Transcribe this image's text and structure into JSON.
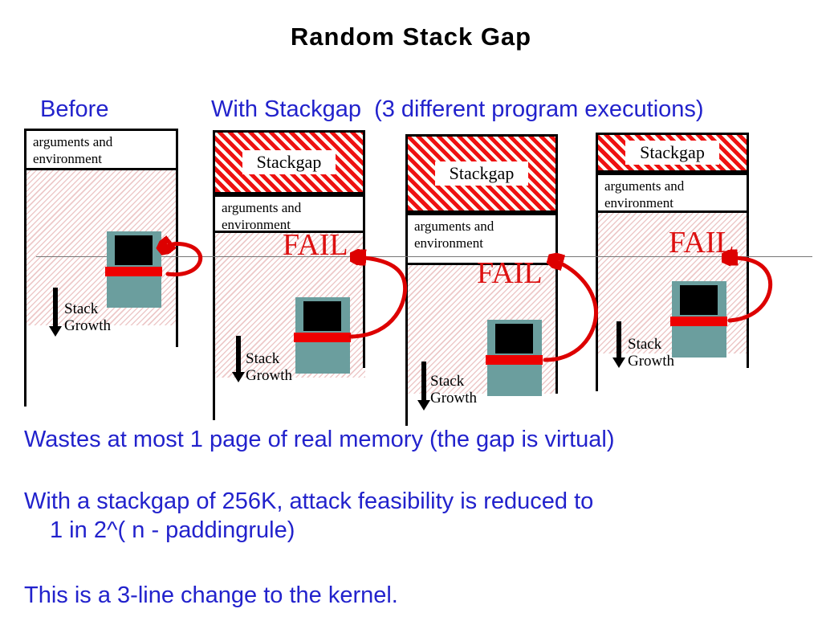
{
  "slide": {
    "title": "Random Stack Gap",
    "header": {
      "before": "Before",
      "with_stackgap": "With Stackgap  (3 different program executions)"
    },
    "labels": {
      "stackgap": "Stackgap",
      "arguments": "arguments and\nenvironment",
      "stack_growth": "Stack\nGrowth",
      "fail": "FAIL"
    },
    "notes": {
      "line1": "Wastes at most 1 page of real memory (the gap is virtual)",
      "line2": "With a stackgap of 256K, attack feasibility is reduced to",
      "line2_indent": "1 in 2^( n - paddingrule)",
      "line3": "This is a 3-line change to the kernel."
    },
    "colors": {
      "text_blue": "#2222cc",
      "fail_red": "#dd1111",
      "arrow_red": "#dd0000",
      "gap_hatch_red": "#ee1111",
      "stack_hatch_pink": "#edc9c9",
      "terminal_teal": "#6b9e9e"
    }
  }
}
